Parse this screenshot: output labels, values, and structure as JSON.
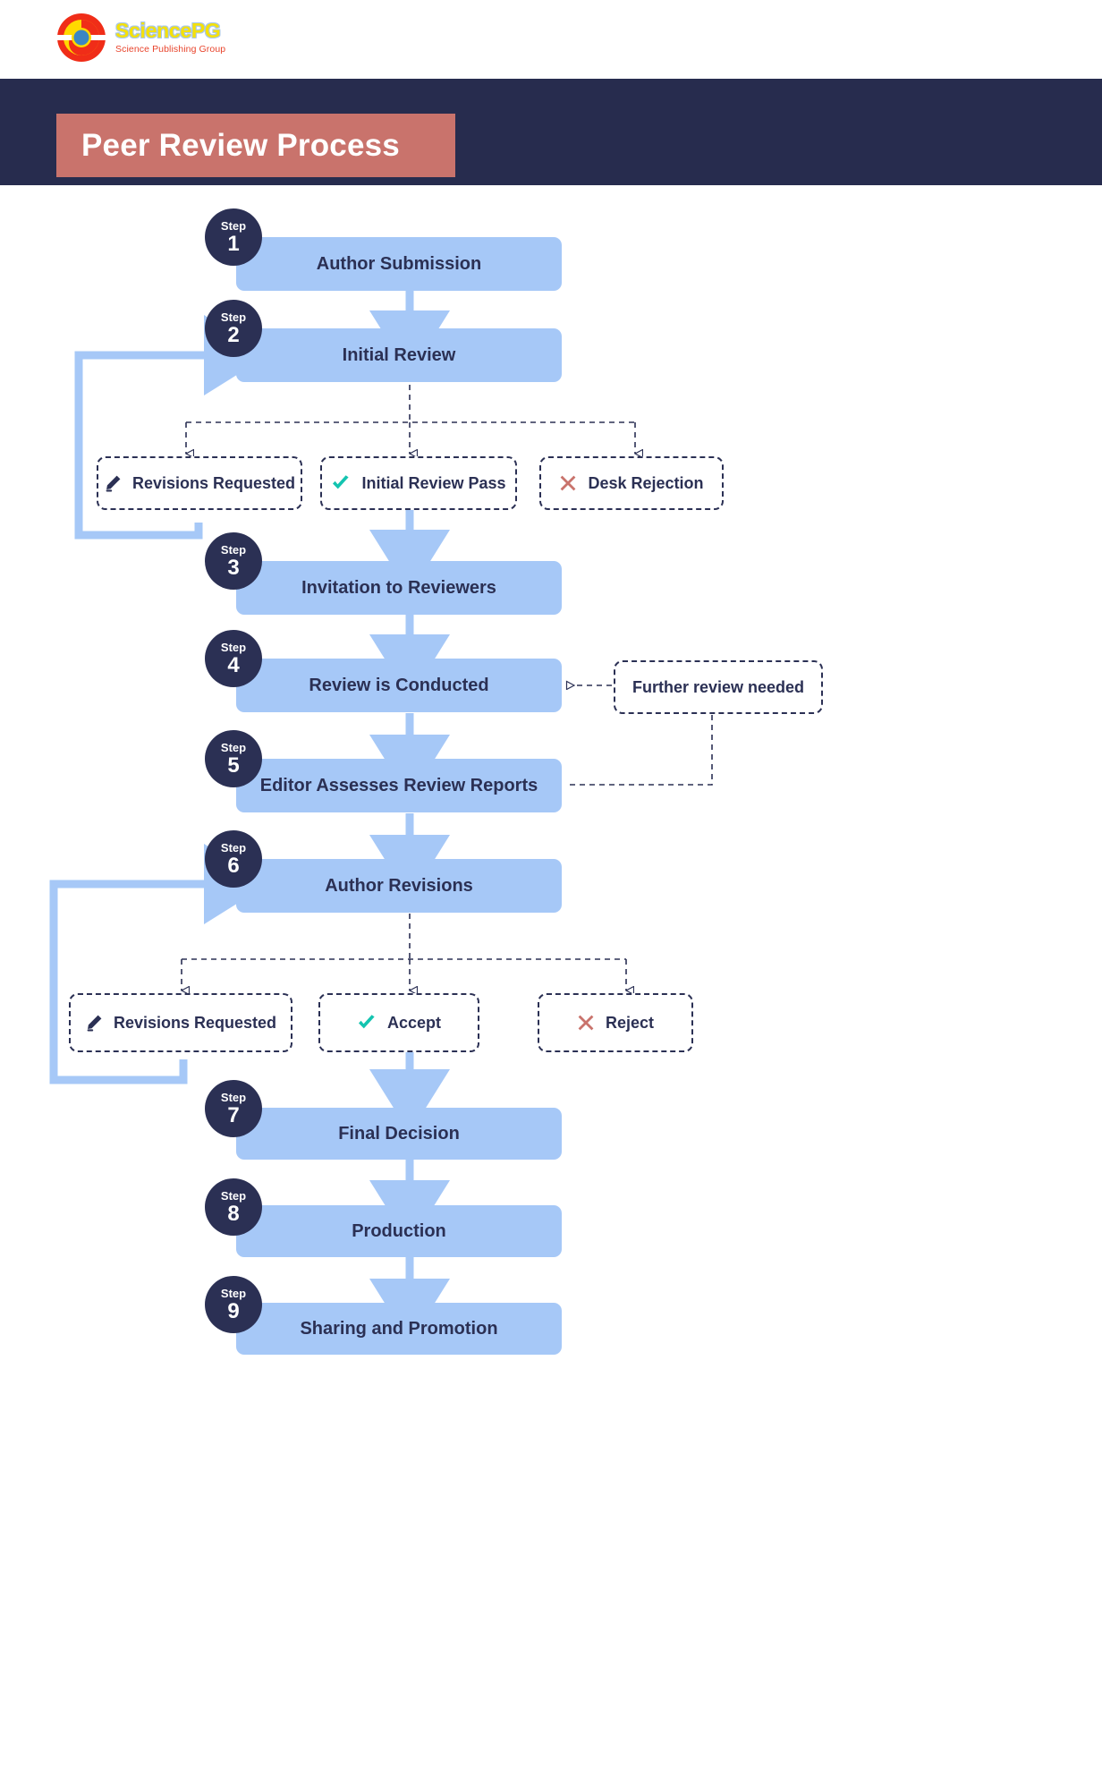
{
  "brand": {
    "logo_title": "SciencePG",
    "logo_subtitle": "Science Publishing Group",
    "logo_icon": "sciencepg-circle-logo"
  },
  "header": {
    "title": "Peer Review Process",
    "band_color": "#272c4e",
    "title_box_color": "#c9736c"
  },
  "colors": {
    "step_box": "#a6c8f7",
    "step_badge": "#2b3054",
    "arrow": "#a6c8f7",
    "dashed_line": "#2b3054",
    "check": "#14c4b0",
    "cross": "#c9736c",
    "text": "#2b3054"
  },
  "flow": {
    "step_word": "Step",
    "steps": [
      {
        "num": "1",
        "label": "Author Submission"
      },
      {
        "num": "2",
        "label": "Initial Review"
      },
      {
        "num": "3",
        "label": "Invitation to Reviewers"
      },
      {
        "num": "4",
        "label": "Review is Conducted"
      },
      {
        "num": "5",
        "label": "Editor Assesses Review Reports"
      },
      {
        "num": "6",
        "label": "Author Revisions"
      },
      {
        "num": "7",
        "label": "Final Decision"
      },
      {
        "num": "8",
        "label": "Production"
      },
      {
        "num": "9",
        "label": "Sharing and Promotion"
      }
    ],
    "decisions_row1": [
      {
        "label": "Revisions Requested",
        "icon": "pencil-icon"
      },
      {
        "label": "Initial Review Pass",
        "icon": "check-icon"
      },
      {
        "label": "Desk Rejection",
        "icon": "cross-icon"
      }
    ],
    "decisions_row2": [
      {
        "label": "Revisions Requested",
        "icon": "pencil-icon"
      },
      {
        "label": "Accept",
        "icon": "check-icon"
      },
      {
        "label": "Reject",
        "icon": "cross-icon"
      }
    ],
    "side_note": {
      "label": "Further review needed"
    }
  }
}
